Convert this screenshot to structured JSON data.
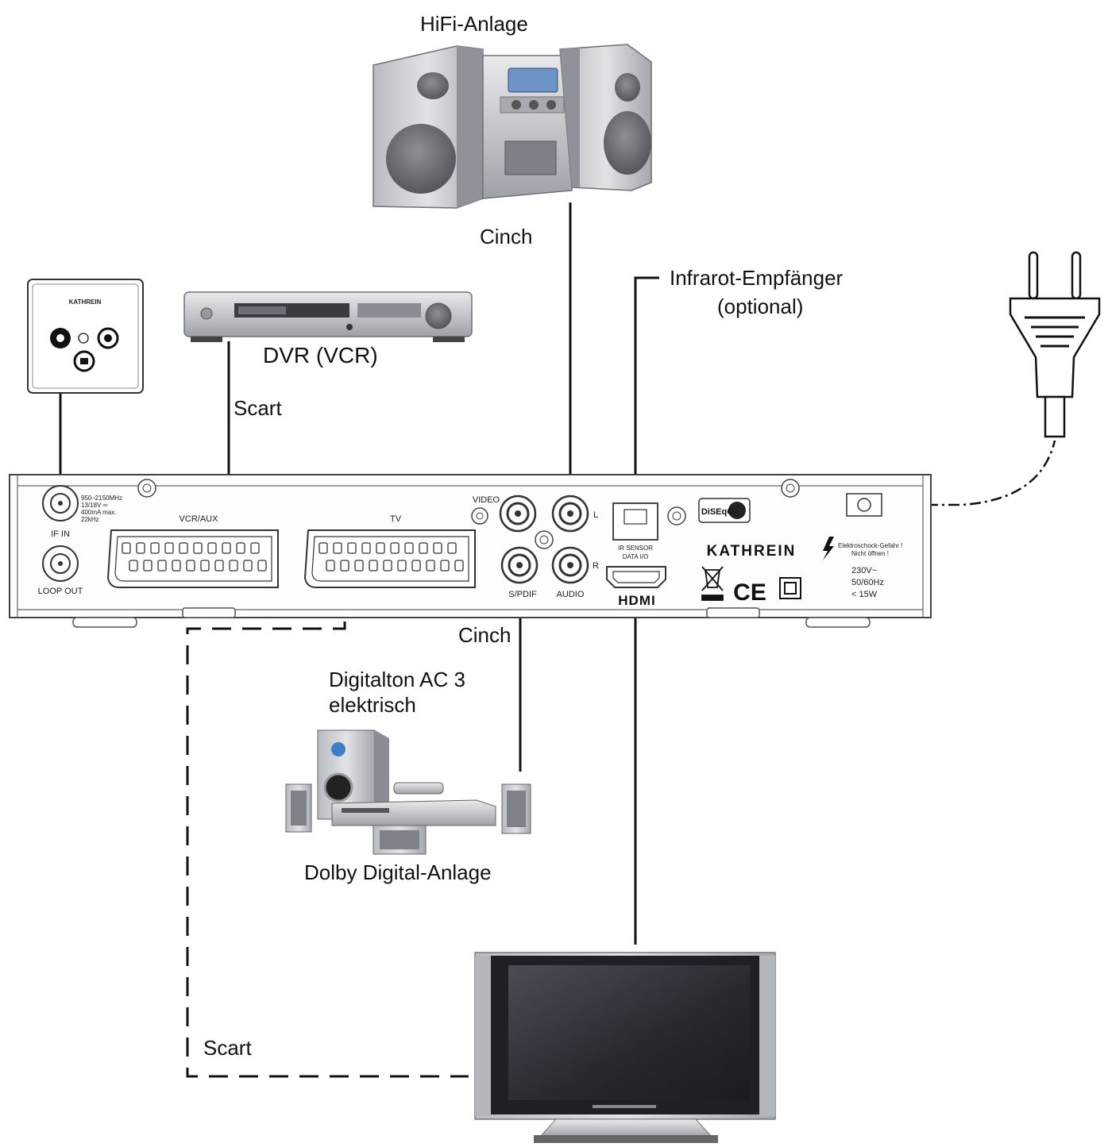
{
  "labels": {
    "hifi": "HiFi-Anlage",
    "cinch_top": "Cinch",
    "ir_line1": "Infrarot-Empfänger",
    "ir_line2": "(optional)",
    "dvr": "DVR (VCR)",
    "scart_top": "Scart",
    "cinch_bottom": "Cinch",
    "digital_line1": "Digitalton AC 3",
    "digital_line2": "elektrisch",
    "dolby": "Dolby Digital-Anlage",
    "scart_bottom": "Scart"
  },
  "receiver": {
    "if_spec_1": "950–2150MHz",
    "if_spec_2": "13/18V ═",
    "if_spec_3": "400mA max.",
    "if_spec_4": "22kHz",
    "if_in": "IF IN",
    "loop_out": "LOOP OUT",
    "vcr_aux": "VCR/AUX",
    "tv": "TV",
    "video": "VIDEO",
    "l": "L",
    "r": "R",
    "spdif": "S/PDIF",
    "audio": "AUDIO",
    "ir_sensor_1": "IR SENSOR",
    "ir_sensor_2": "DATA I/O",
    "hdmi": "HDMI",
    "diseqc": "DiSEqC",
    "brand": "KATHREIN",
    "ce": "CE",
    "warning_1": "Elektroschock-Gefahr !",
    "warning_2": "Nicht öffnen !",
    "power_1": "230V~",
    "power_2": "50/60Hz",
    "power_3": "< 15W"
  },
  "wall_socket": {
    "brand": "KATHREIN"
  },
  "colors": {
    "line": "#111111",
    "device_silver": "#c8c9cd",
    "device_dark": "#5b5d63",
    "screen": "#2b2d33"
  }
}
